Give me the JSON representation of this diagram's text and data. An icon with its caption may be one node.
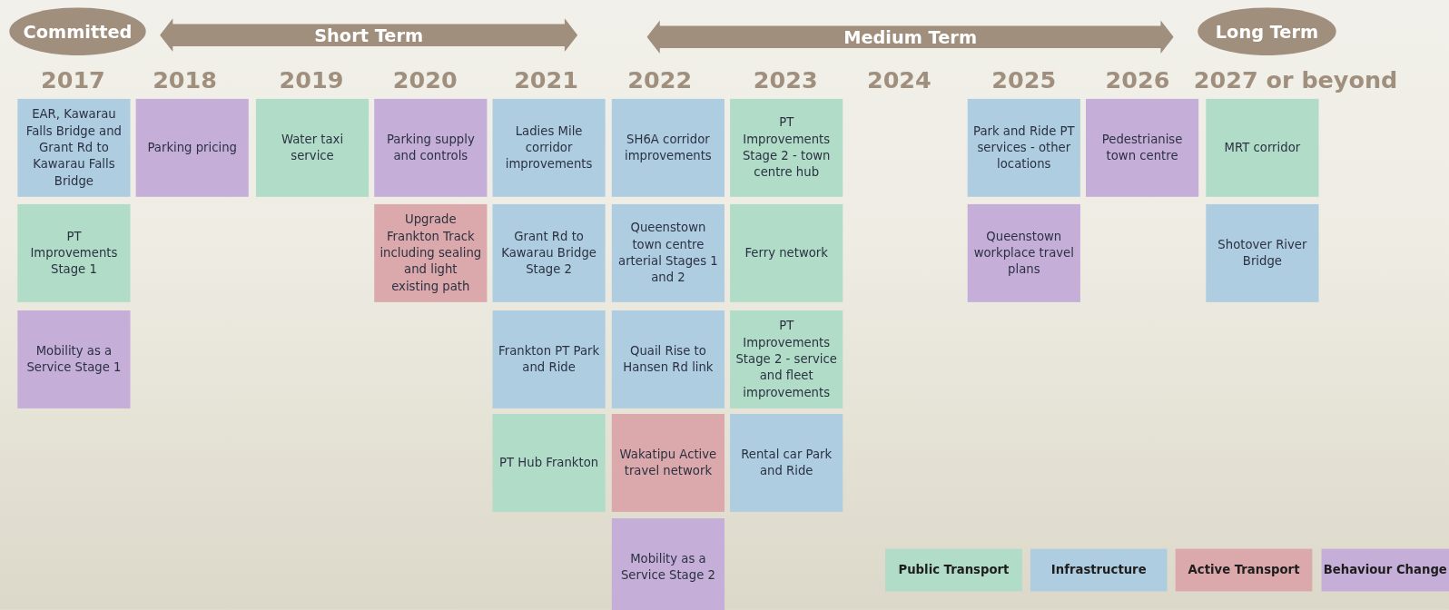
{
  "diagram": {
    "nodes": [
      {
        "text": [
          "Committed"
        ]
      },
      {
        "text": [
          "Short Term"
        ]
      },
      {
        "text": [
          "Medium Term"
        ]
      },
      {
        "text": [
          "Long Term"
        ]
      },
      {
        "text": [
          "EAR, Kawarau Falls Bridge and Grant Rd to Kawarau Falls Bridge"
        ]
      },
      {
        "text": [
          "PT Improvements Stage 1"
        ]
      },
      {
        "text": [
          "Mobility as a Service Stage 1"
        ]
      },
      {
        "text": [
          "Parking pricing"
        ]
      },
      {
        "text": [
          "Water taxi service"
        ]
      },
      {
        "text": [
          "Parking supply and controls"
        ]
      },
      {
        "text": [
          "Upgrade Frankton Track including sealing and light existing path"
        ]
      },
      {
        "text": [
          "Ladies Mile corridor improvements"
        ]
      },
      {
        "text": [
          "Grant Rd to Kawarau Bridge Stage 2"
        ]
      },
      {
        "text": [
          "Frankton PT Park and Ride"
        ]
      },
      {
        "text": [
          "PT Hub Frankton"
        ]
      },
      {
        "text": [
          "SH6A corridor improvements"
        ]
      },
      {
        "text": [
          "Queenstown town centre arterial Stages 1 and 2"
        ]
      },
      {
        "text": [
          "Quail Rise to Hansen Rd link"
        ]
      },
      {
        "text": [
          "Wakatipu Active travel network"
        ]
      },
      {
        "text": [
          "Mobility as a Service Stage 2"
        ]
      },
      {
        "text": [
          "PT Improvements Stage 2 - town centre hub"
        ]
      },
      {
        "text": [
          "Ferry network"
        ]
      },
      {
        "text": [
          "PT Improvements Stage 2 - service and fleet improvements"
        ]
      },
      {
        "text": [
          "Rental car Park and Ride"
        ]
      },
      {
        "text": [
          "Park and Ride PT services - other locations"
        ]
      },
      {
        "text": [
          "Queenstown workplace travel plans"
        ]
      },
      {
        "text": [
          "Pedestrianise town centre"
        ]
      },
      {
        "text": [
          "MRT corridor"
        ]
      },
      {
        "text": [
          "Shotover River Bridge"
        ]
      }
    ],
    "labels": [
      "2017",
      "2018",
      "2019",
      "2020",
      "2021",
      "2022",
      "2023",
      "2024",
      "2025",
      "2026",
      "2027 or beyond"
    ],
    "legend": [
      {
        "text": "Public Transport",
        "color": "#b0dcc8"
      },
      {
        "text": "Infrastructure",
        "color": "#aecde0"
      },
      {
        "text": "Active Transport",
        "color": "#dba8ab"
      },
      {
        "text": "Behaviour Change",
        "color": "#c5aed8"
      }
    ]
  }
}
